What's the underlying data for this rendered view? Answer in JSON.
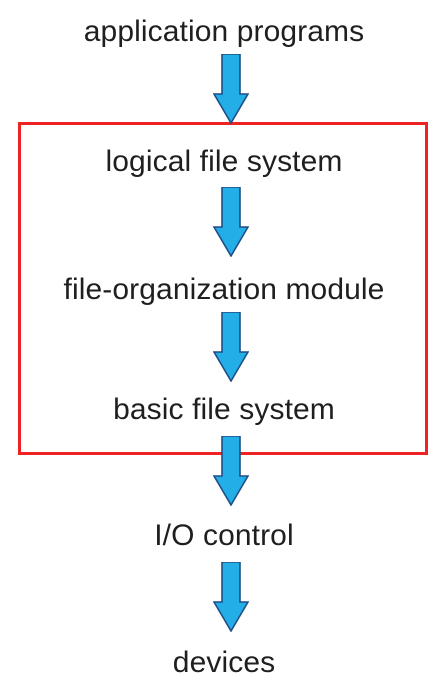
{
  "diagram": {
    "layers": [
      "application programs",
      "logical file system",
      "file-organization module",
      "basic file system",
      "I/O control",
      "devices"
    ],
    "highlight": {
      "color": "#ee2323",
      "encloses": [
        "logical file system",
        "file-organization module",
        "basic file system"
      ]
    },
    "arrow": {
      "fill": "#24aee8",
      "stroke": "#1e4f86",
      "direction": "down",
      "count": 5
    }
  }
}
